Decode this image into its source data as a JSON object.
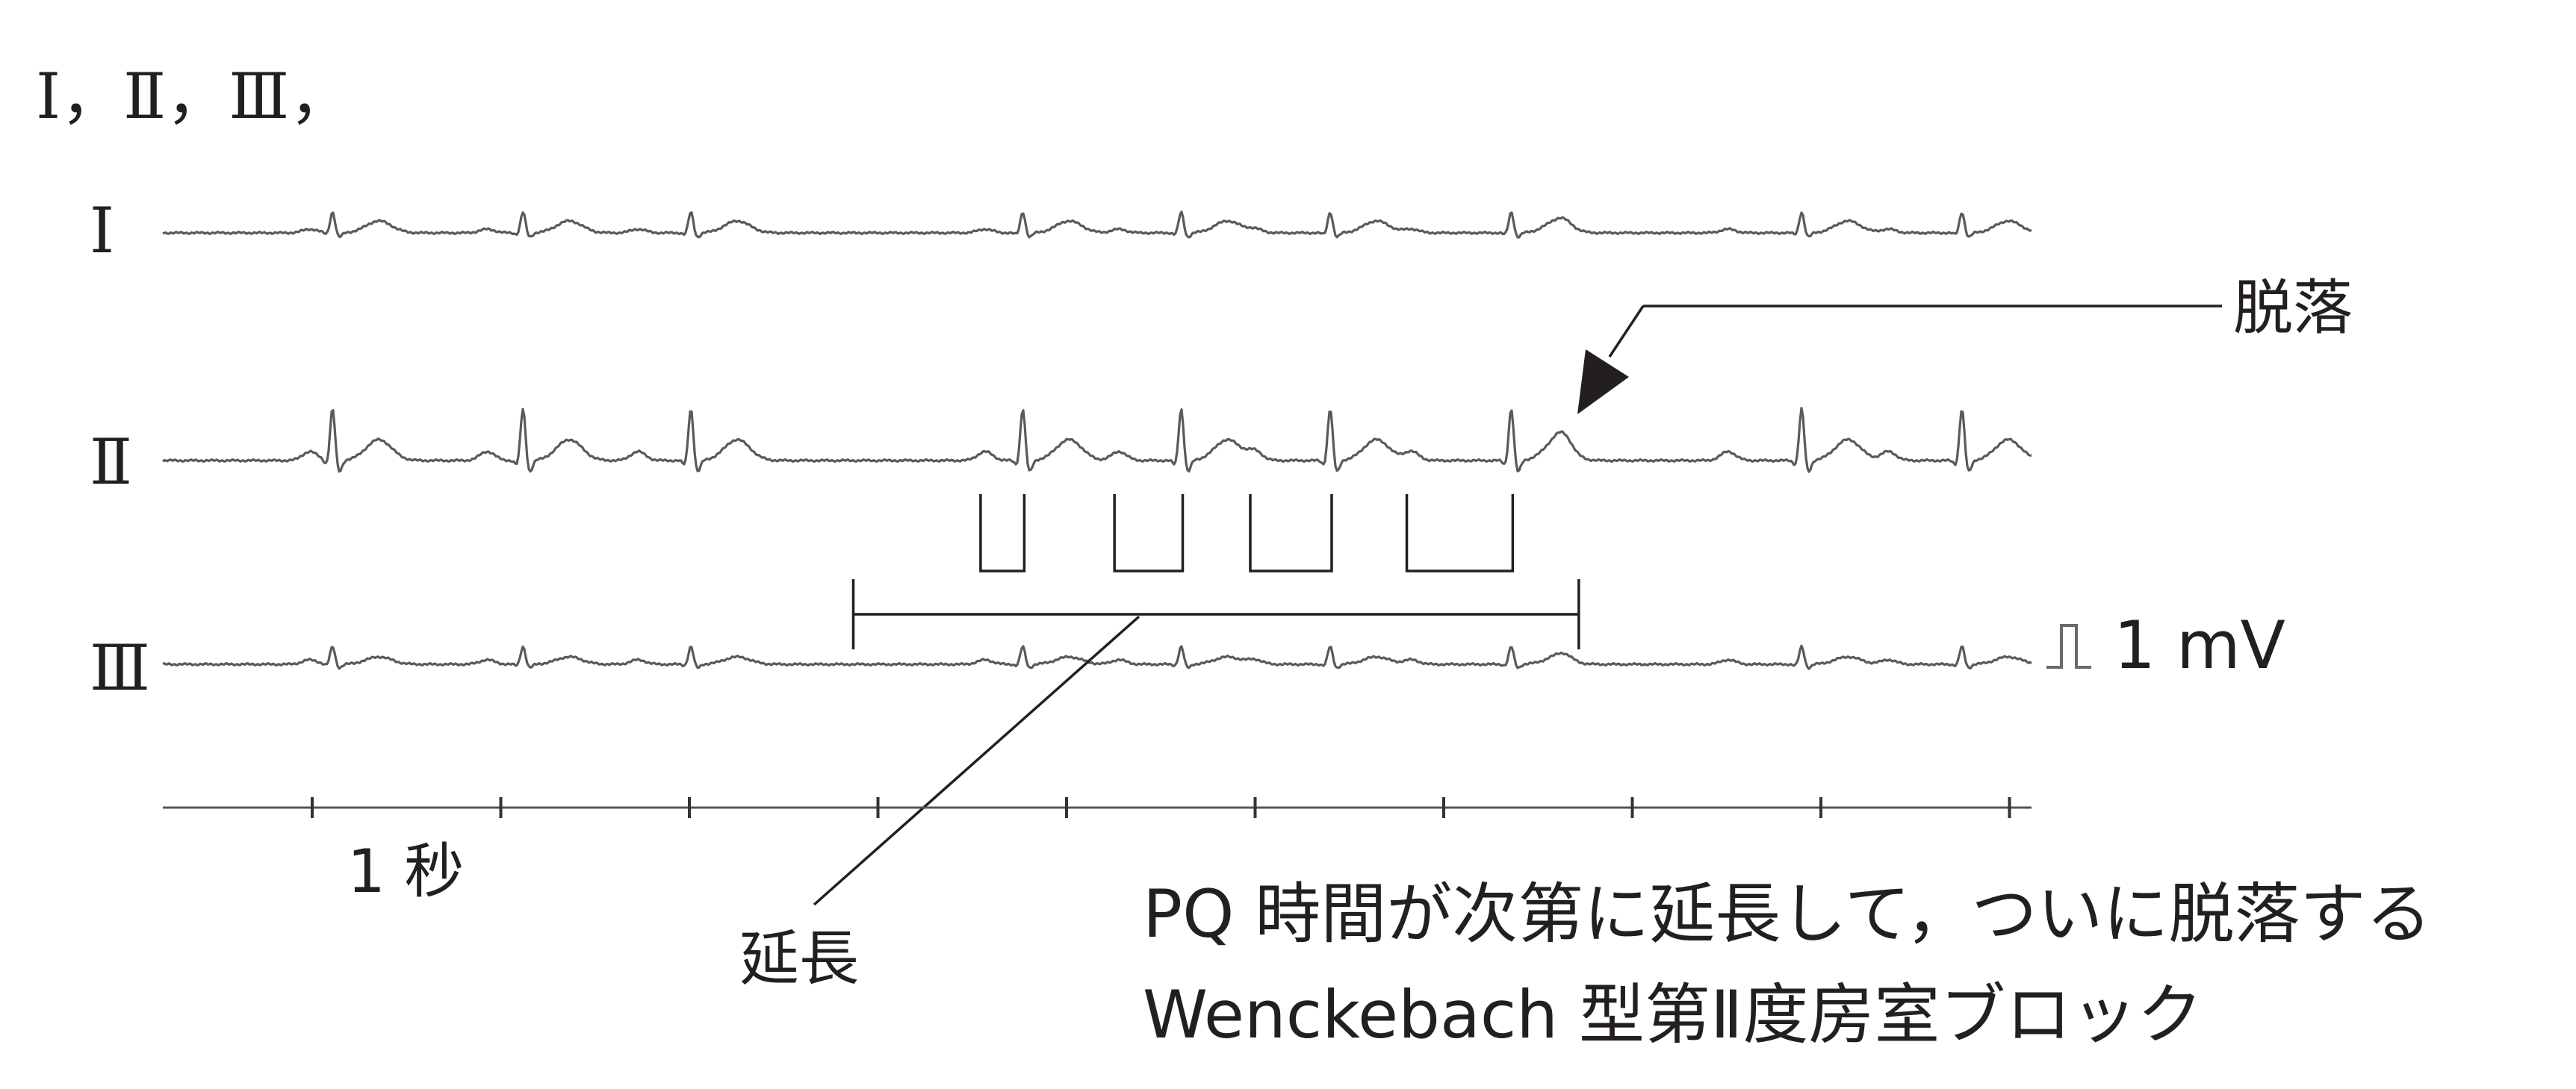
{
  "header": {
    "leads_title": "Ⅰ，Ⅱ，Ⅲ，"
  },
  "leads": [
    {
      "label": "Ⅰ"
    },
    {
      "label": "Ⅱ"
    },
    {
      "label": "Ⅲ"
    }
  ],
  "annotations": {
    "dropped": "脱落",
    "prolongation": "延長",
    "calibration": "1 mV",
    "time_scale": "1 秒"
  },
  "caption": {
    "line1": "PQ 時間が次第に延長して，ついに脱落する",
    "line2": "Wenckebach 型第Ⅱ度房室ブロック"
  },
  "rhythm": {
    "qrs_beats_s": [
      0.9,
      1.91,
      2.8,
      4.56,
      5.4,
      6.19,
      7.15,
      8.69,
      9.54
    ],
    "p_waves_s": [
      0.78,
      1.72,
      2.52,
      4.36,
      5.07,
      5.79,
      6.62,
      7.43,
      8.3,
      9.15
    ],
    "pq_intervals_s": [
      0.16,
      0.24,
      0.34,
      0.53
    ],
    "prolongation_span_s": [
      3.8,
      7.33
    ],
    "dropped_p_s": 7.43,
    "tick_count": 10
  },
  "colors": {
    "trace": "#5a5a5a",
    "ink": "#231f20"
  }
}
